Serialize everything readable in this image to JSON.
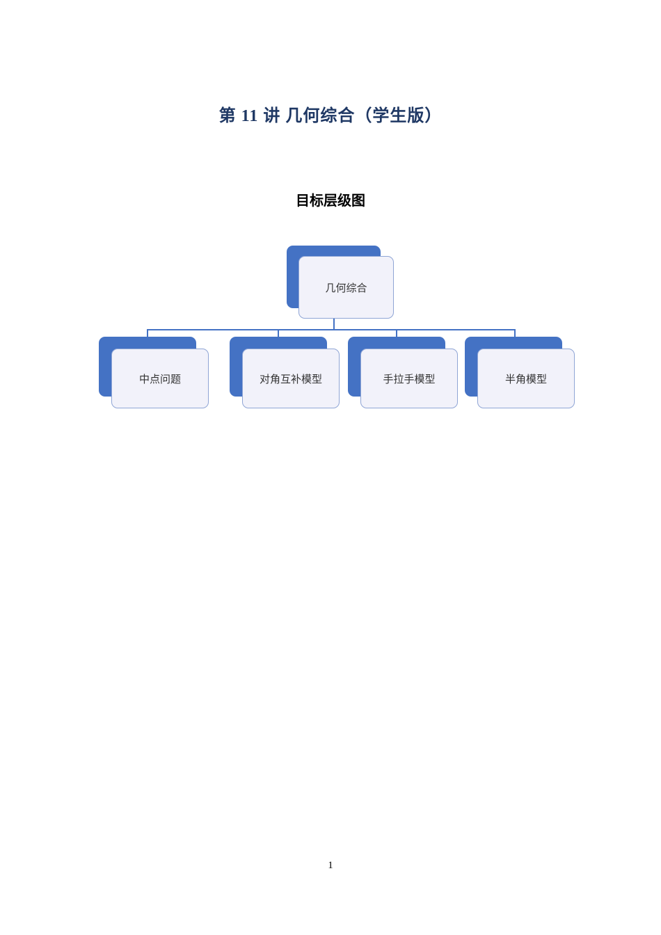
{
  "page": {
    "title": "第 11 讲 几何综合（学生版）",
    "subtitle": "目标层级图",
    "page_number": "1"
  },
  "diagram": {
    "type": "hierarchy",
    "root": {
      "label": "几何综合"
    },
    "children": [
      {
        "label": "中点问题"
      },
      {
        "label": "对角互补模型"
      },
      {
        "label": "手拉手模型"
      },
      {
        "label": "半角模型"
      }
    ],
    "colors": {
      "shadow_blue": "#4472C4",
      "box_fill": "#F2F2FA",
      "box_border": "#8FA5D5",
      "connector": "#4472C4",
      "title_text": "#1F3864"
    }
  }
}
